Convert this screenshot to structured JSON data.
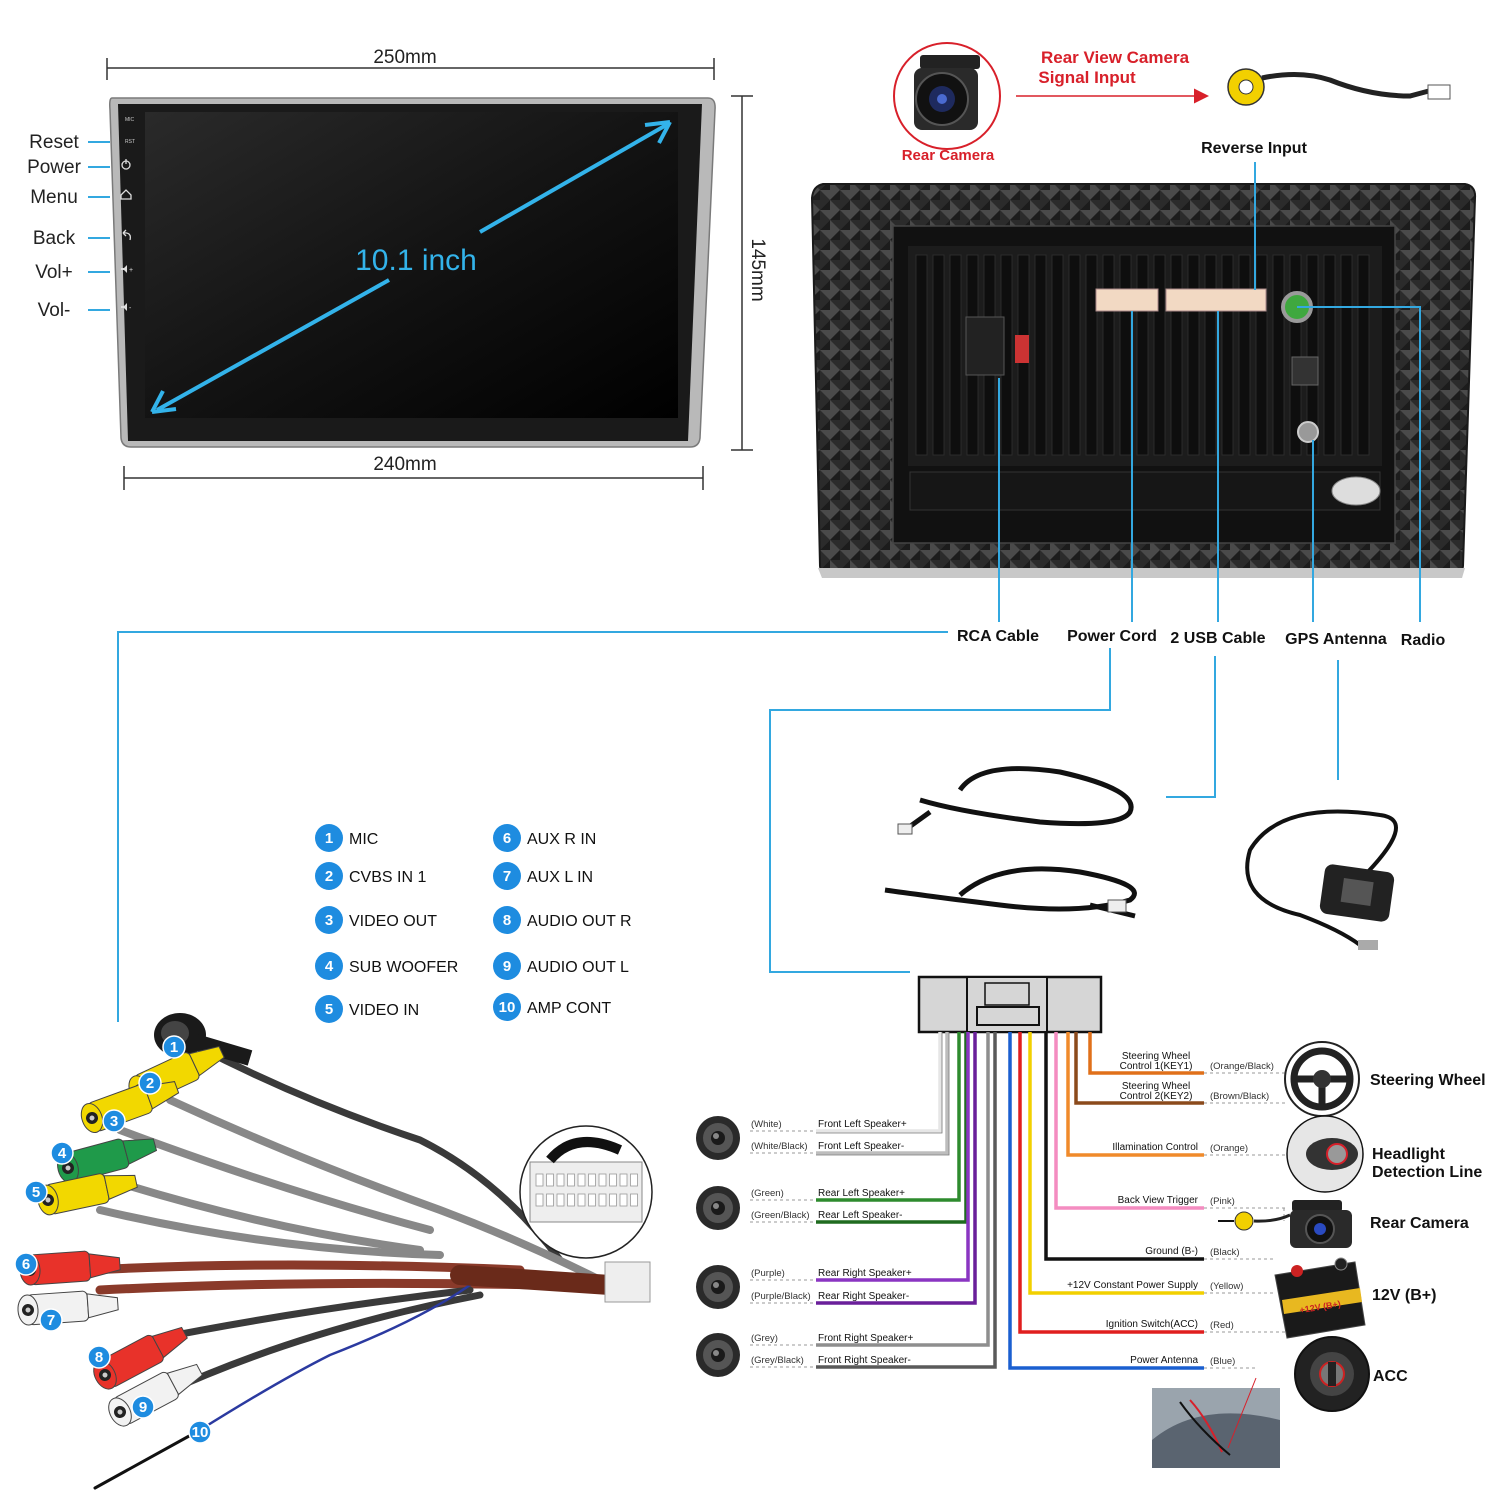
{
  "dimensions": {
    "top_width": "250mm",
    "bottom_width": "240mm",
    "height": "145mm",
    "screen_size": "10.1 inch"
  },
  "front_buttons": [
    "Reset",
    "Power",
    "Menu",
    "Back",
    "Vol+",
    "Vol-"
  ],
  "screen_marks": {
    "mic": "MIC",
    "rst": "RST"
  },
  "camera": {
    "title_line1": "Rear View Camera",
    "title_line2": "Signal Input",
    "camera_label": "Rear Camera"
  },
  "rear_labels": {
    "reverse_input": "Reverse Input",
    "rca_cable": "RCA Cable",
    "power_cord": "Power Cord",
    "usb_cable": "2 USB Cable",
    "gps_antenna": "GPS Antenna",
    "radio": "Radio"
  },
  "rca_legend": [
    {
      "num": "1",
      "label": "MIC"
    },
    {
      "num": "2",
      "label": "CVBS IN 1"
    },
    {
      "num": "3",
      "label": "VIDEO OUT"
    },
    {
      "num": "4",
      "label": "SUB WOOFER"
    },
    {
      "num": "5",
      "label": "VIDEO IN"
    },
    {
      "num": "6",
      "label": "AUX R IN"
    },
    {
      "num": "7",
      "label": "AUX L IN"
    },
    {
      "num": "8",
      "label": "AUDIO OUT R"
    },
    {
      "num": "9",
      "label": "AUDIO OUT L"
    },
    {
      "num": "10",
      "label": "AMP CONT"
    }
  ],
  "speaker_wires": [
    {
      "color_name": "(White)",
      "label": "Front Left Speaker+",
      "hex": "#e6e6e6"
    },
    {
      "color_name": "(White/Black)",
      "label": "Front Left Speaker-",
      "hex": "#bdbdbd"
    },
    {
      "color_name": "(Green)",
      "label": "Rear Left Speaker+",
      "hex": "#2e8b2e"
    },
    {
      "color_name": "(Green/Black)",
      "label": "Rear Left Speaker-",
      "hex": "#1f6b1f"
    },
    {
      "color_name": "(Purple)",
      "label": "Rear Right Speaker+",
      "hex": "#8a35c2"
    },
    {
      "color_name": "(Purple/Black)",
      "label": "Rear Right Speaker-",
      "hex": "#6a1f9a"
    },
    {
      "color_name": "(Grey)",
      "label": "Front Right Speaker+",
      "hex": "#8e8e8e"
    },
    {
      "color_name": "(Grey/Black)",
      "label": "Front Right Speaker-",
      "hex": "#5a5a5a"
    }
  ],
  "right_wires": [
    {
      "label_line1": "Steering Wheel",
      "label_line2": "Control 1(KEY1)",
      "color_name": "(Orange/Black)",
      "hex": "#e0701a"
    },
    {
      "label_line1": "Steering Wheel",
      "label_line2": "Control 2(KEY2)",
      "color_name": "(Brown/Black)",
      "hex": "#8b4a1c"
    },
    {
      "label_line1": "Illamination Control",
      "label_line2": "",
      "color_name": "(Orange)",
      "hex": "#f08a2a"
    },
    {
      "label_line1": "Back View Trigger",
      "label_line2": "",
      "color_name": "(Pink)",
      "hex": "#f48cc0"
    },
    {
      "label_line1": "Ground (B-)",
      "label_line2": "",
      "color_name": "(Black)",
      "hex": "#111111"
    },
    {
      "label_line1": "+12V Constant Power Supply",
      "label_line2": "",
      "color_name": "(Yellow)",
      "hex": "#f2d000"
    },
    {
      "label_line1": "Ignition Switch(ACC)",
      "label_line2": "",
      "color_name": "(Red)",
      "hex": "#e01e1e"
    },
    {
      "label_line1": "Power Antenna",
      "label_line2": "",
      "color_name": "(Blue)",
      "hex": "#1a5fd0"
    }
  ],
  "device_labels": {
    "steering_wheel": "Steering Wheel",
    "headlight_line1": "Headlight",
    "headlight_line2": "Detection Line",
    "rear_camera": "Rear Camera",
    "battery": "12V (B+)",
    "battery_mark": "+12V (B+)",
    "acc": "ACC"
  },
  "colors": {
    "leader_blue": "#33a8e0",
    "badge_blue": "#1e8ce0",
    "accent_red": "#d8202a",
    "rca_yellow": "#f2d800",
    "rca_red": "#e8322a",
    "rca_green": "#1f9a4a"
  }
}
